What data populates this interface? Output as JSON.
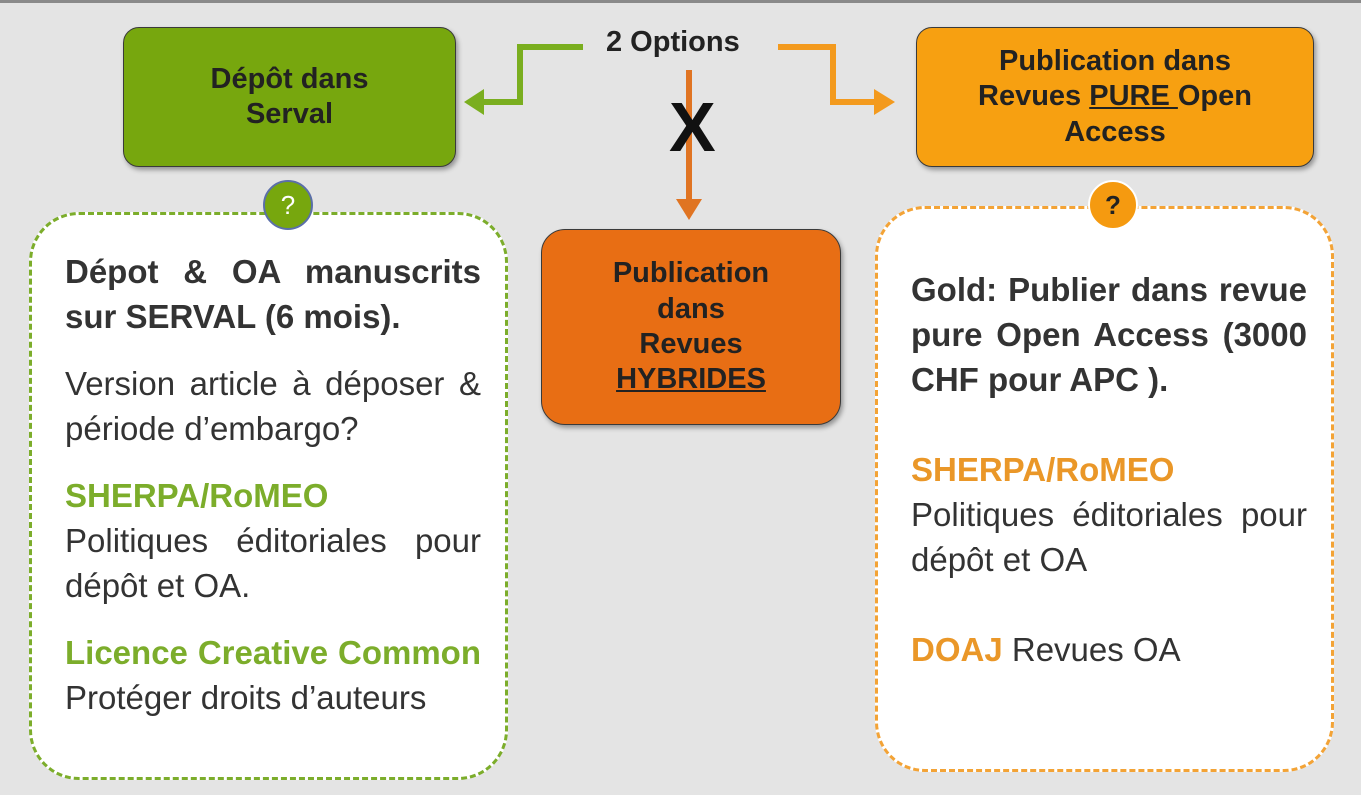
{
  "options_label": "2 Options",
  "x_mark": "X",
  "left_box": {
    "line1": "Dépôt dans",
    "line2": "Serval"
  },
  "center_box": {
    "line1": "Publication",
    "line2": "dans",
    "line3": "Revues",
    "line4": "HYBRIDES"
  },
  "right_box": {
    "line1": "Publication dans",
    "line2_pre": "Revues ",
    "line2_underlined": "PURE ",
    "line2_post": "Open",
    "line3": "Access"
  },
  "left_panel": {
    "question": "?",
    "p1": "Dépot & OA manuscrits sur SERVAL (6 mois).",
    "p2": "Version article à déposer & période d’embargo?",
    "p3_title": "SHERPA/RoMEO",
    "p3_text": "Politiques éditoriales pour dépôt et OA.",
    "p4_title": "Licence Creative Common",
    "p4_text": "Protéger droits d’auteurs"
  },
  "right_panel": {
    "question": "?",
    "p1": "Gold: Publier dans revue pure Open Access (3000 CHF pour APC ).",
    "p2_title": "SHERPA/RoMEO",
    "p2_text": "Politiques éditoriales pour dépôt et OA",
    "p3_title": "DOAJ",
    "p3_text": "Revues OA"
  },
  "colors": {
    "green": "#77a70e",
    "orange": "#f7a011",
    "dark_orange": "#e86e14",
    "green_text": "#7cad2b",
    "orange_text": "#ea9728",
    "background": "#e4e4e4"
  }
}
